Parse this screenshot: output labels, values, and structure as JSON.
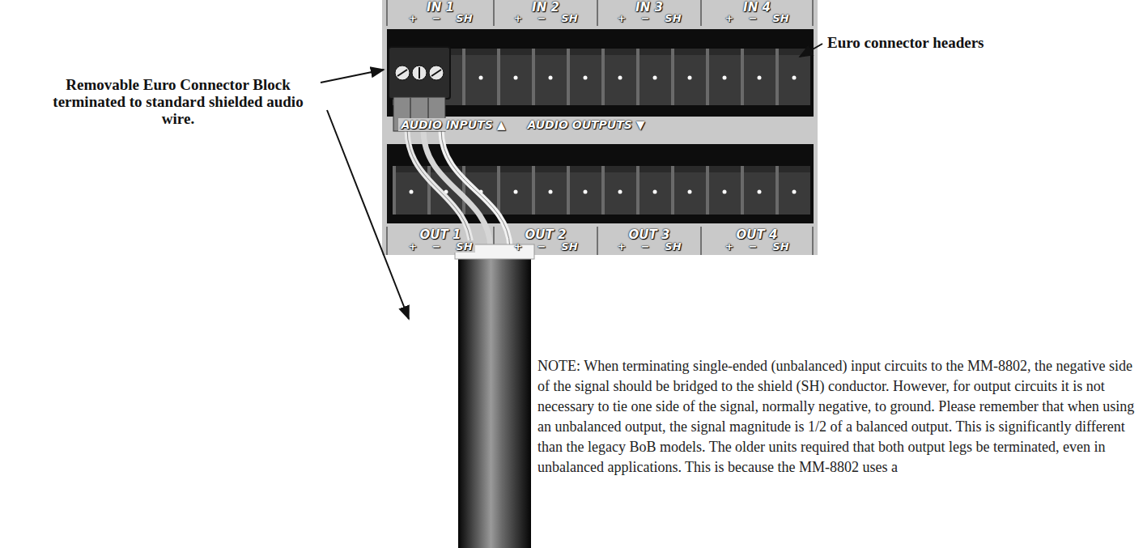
{
  "diagram": {
    "labels": [
      "IN 1",
      "+ − SH",
      "IN 2",
      "+ − SH",
      "IN 3",
      "+ − SH",
      "IN 4",
      "+ − SH",
      "Euro connector headers",
      "Removable Euro Connector Block terminated to standard shielded audio wire.",
      "AUDIO INPUTS ▲",
      "AUDIO OUTPUTS ▼",
      "OUT 1",
      "+ − SH",
      "OUT 2",
      "+ − SH",
      "OUT 3",
      "+ − SH",
      "OUT 4",
      "+ − SH",
      "NOTE: When terminating single-ended (unbalanced) input circuits to the MM-8802, the negative side of the signal should be bridged to the shield (SH) conductor. However, for output circuits it is not necessary to tie one side of the signal, normally negative, to ground. Please remember that when using an unbalanced output, the signal magnitude is 1/2 of a balanced output. This is significantly different than the legacy BoB models. The older units required that both output legs be terminated, even in unbalanced applications. This is because the MM-8802 uses a"
    ]
  }
}
